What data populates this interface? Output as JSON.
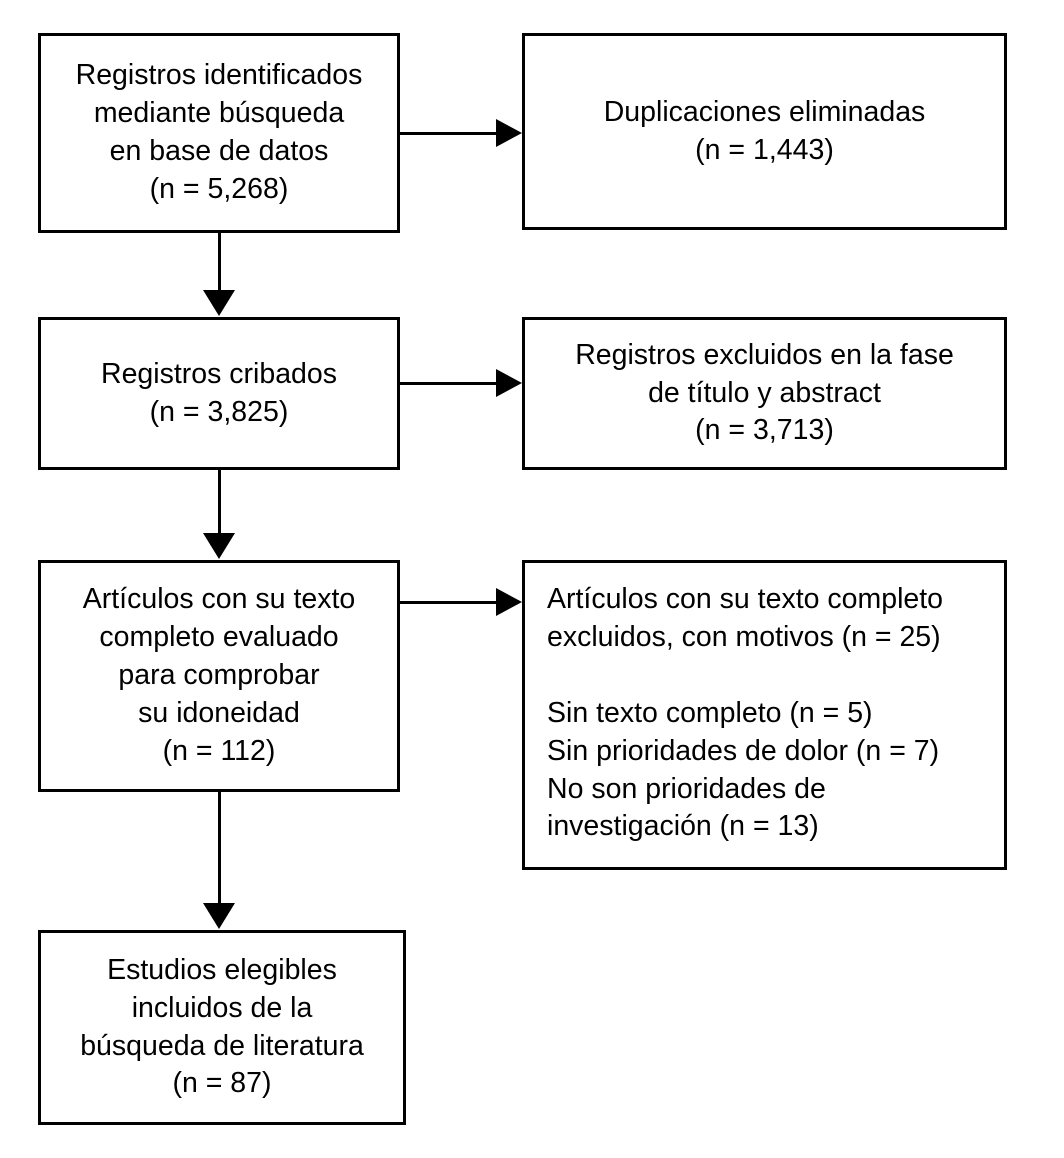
{
  "diagram": {
    "type": "prisma-flow-diagram",
    "language": "es",
    "background_color": "#ffffff",
    "line_color": "#000000",
    "text_color": "#000000"
  },
  "boxes": {
    "identification": {
      "name": "Registros identificados mediante búsqueda en base de datos",
      "lines": [
        "Registros identificados",
        "mediante búsqueda",
        "en base de datos",
        "(n = 5,268)"
      ],
      "count": 5268,
      "count_label": "(n = 5,268)"
    },
    "duplicates_removed": {
      "name": "Duplicaciones eliminadas",
      "lines": [
        "Duplicaciones eliminadas",
        "(n = 1,443)"
      ],
      "count": 1443,
      "count_label": "(n = 1,443)"
    },
    "screened": {
      "name": "Registros cribados",
      "lines": [
        "Registros cribados",
        "(n = 3,825)"
      ],
      "count": 3825,
      "count_label": "(n = 3,825)"
    },
    "excluded_title_abstract": {
      "name": "Registros excluidos en la fase de título y abstract",
      "lines": [
        "Registros excluidos en la fase",
        "de título y abstract",
        "(n = 3,713)"
      ],
      "count": 3713,
      "count_label": "(n = 3,713)"
    },
    "fulltext_assessed": {
      "name": "Artículos con su texto completo evaluado para comprobar su idoneidad",
      "lines": [
        "Artículos con su texto",
        "completo evaluado",
        "para comprobar",
        "su idoneidad",
        "(n = 112)"
      ],
      "count": 112,
      "count_label": "(n = 112)"
    },
    "fulltext_excluded": {
      "name": "Artículos con su texto completo excluidos, con motivos",
      "heading_line_1": "Artículos con su texto completo",
      "heading_line_2": "excluidos, con motivos (n = 25)",
      "count": 25,
      "reasons": [
        {
          "label": "Sin texto completo (n = 5)",
          "text": "Sin texto completo",
          "count": 5
        },
        {
          "label": "Sin prioridades de dolor (n = 7)",
          "text": "Sin prioridades de dolor",
          "count": 7
        },
        {
          "label": "No son prioridades de investigación (n = 13)",
          "text": "No son prioridades de investigación",
          "count": 13
        }
      ]
    },
    "included": {
      "name": "Estudios elegibles incluidos de la búsqueda de literatura",
      "lines": [
        "Estudios elegibles",
        "incluidos de la",
        "búsqueda de literatura",
        "(n = 87)"
      ],
      "count": 87,
      "count_label": "(n = 87)"
    }
  },
  "connectors": [
    {
      "name": "identification-to-duplicates",
      "direction": "right"
    },
    {
      "name": "identification-to-screened",
      "direction": "down"
    },
    {
      "name": "screened-to-excluded",
      "direction": "right"
    },
    {
      "name": "screened-to-fulltext",
      "direction": "down"
    },
    {
      "name": "fulltext-to-fulltext-excluded",
      "direction": "right"
    },
    {
      "name": "fulltext-to-included",
      "direction": "down"
    }
  ]
}
